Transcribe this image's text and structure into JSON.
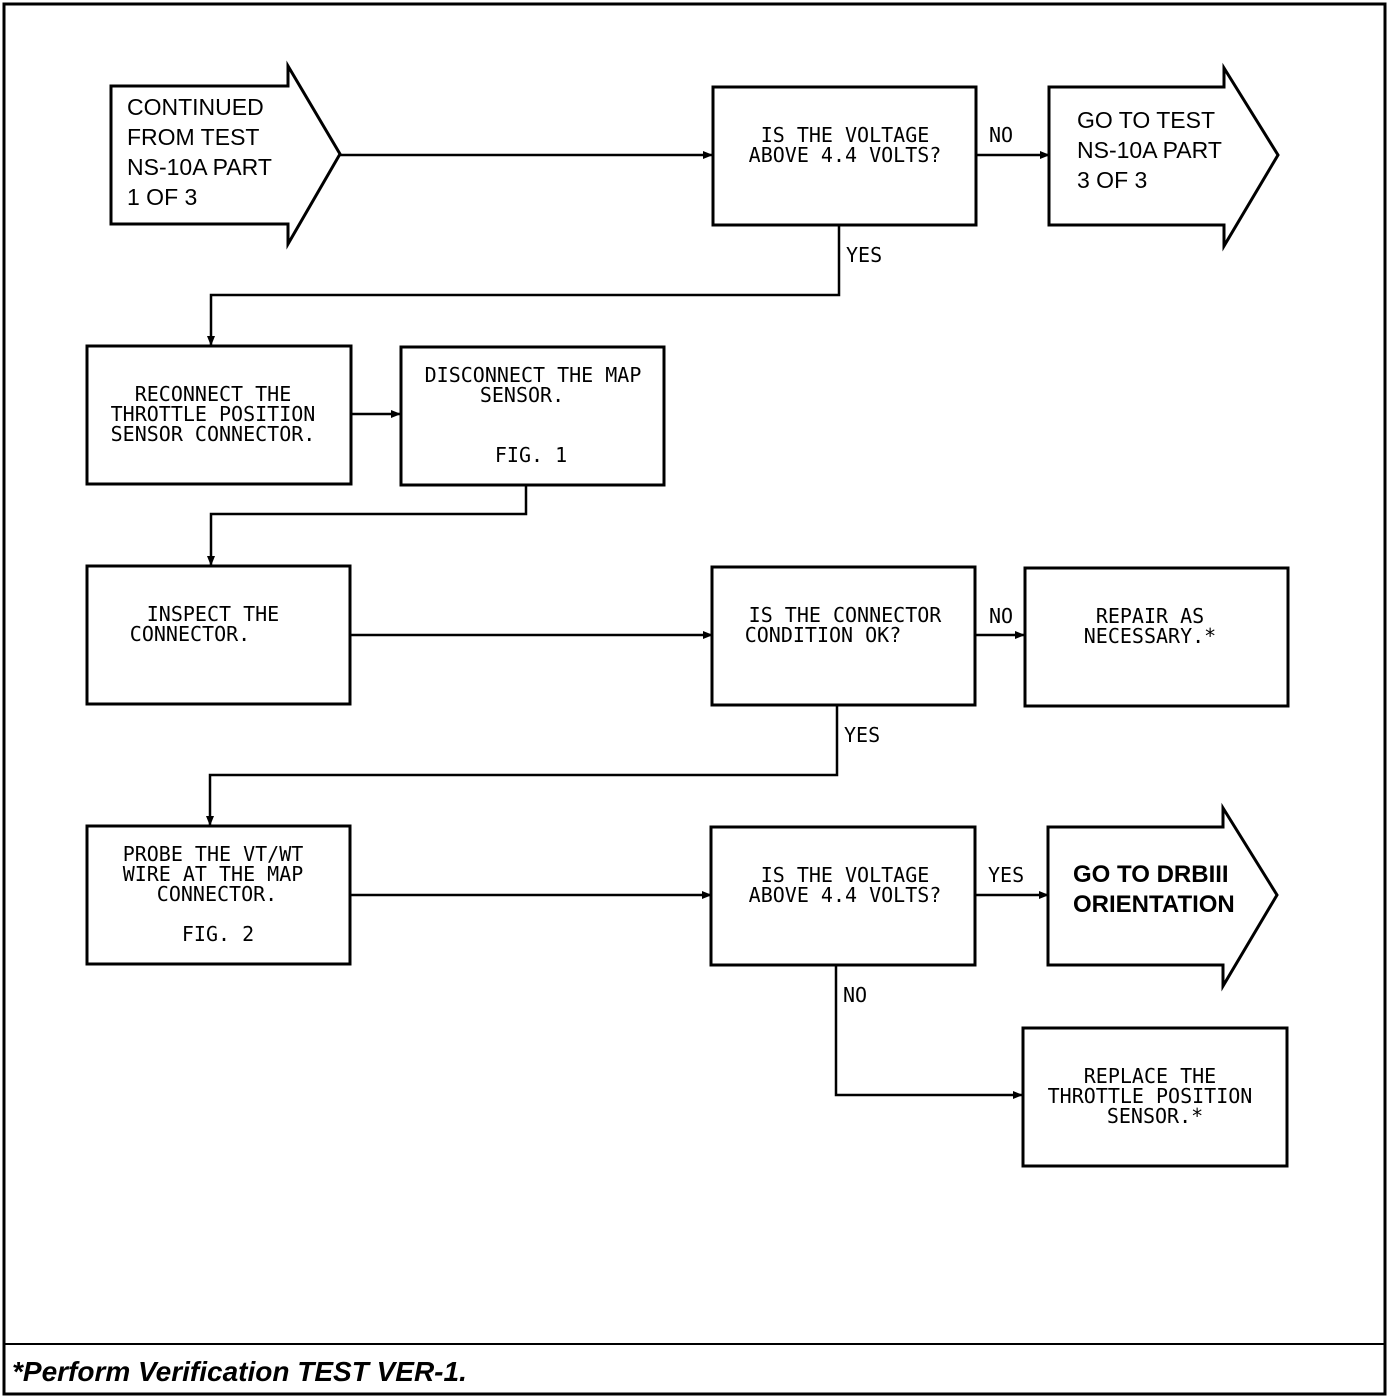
{
  "entry": {
    "lines": [
      "CONTINUED",
      "FROM TEST",
      "NS-10A PART",
      "1 OF 3"
    ]
  },
  "q1": {
    "lines": [
      "IS THE VOLTAGE",
      "ABOVE 4.4 VOLTS?"
    ],
    "no_label": "NO",
    "yes_label": "YES"
  },
  "goto_part3": {
    "lines": [
      "GO TO TEST",
      "NS-10A PART",
      "3 OF 3"
    ]
  },
  "reconnect": {
    "lines": [
      "RECONNECT THE",
      "THROTTLE POSITION",
      "SENSOR CONNECTOR."
    ]
  },
  "disconnect": {
    "lines": [
      "DISCONNECT THE MAP",
      "SENSOR."
    ],
    "fig": "FIG. 1"
  },
  "inspect": {
    "lines": [
      "INSPECT THE",
      "CONNECTOR."
    ]
  },
  "q2": {
    "lines": [
      "IS THE CONNECTOR",
      "CONDITION OK?"
    ],
    "no_label": "NO",
    "yes_label": "YES"
  },
  "repair": {
    "lines": [
      "REPAIR AS",
      "NECESSARY.*"
    ]
  },
  "probe": {
    "lines": [
      "PROBE THE VT/WT",
      "WIRE AT THE MAP",
      "CONNECTOR."
    ],
    "fig": "FIG. 2"
  },
  "q3": {
    "lines": [
      "IS THE VOLTAGE",
      "ABOVE 4.4 VOLTS?"
    ],
    "yes_label": "YES",
    "no_label": "NO"
  },
  "goto_drb": {
    "lines": [
      "GO TO DRBIII",
      "ORIENTATION"
    ]
  },
  "replace": {
    "lines": [
      "REPLACE THE",
      "THROTTLE POSITION",
      "SENSOR.*"
    ]
  },
  "footer": {
    "note": "*Perform Verification TEST VER-1."
  }
}
